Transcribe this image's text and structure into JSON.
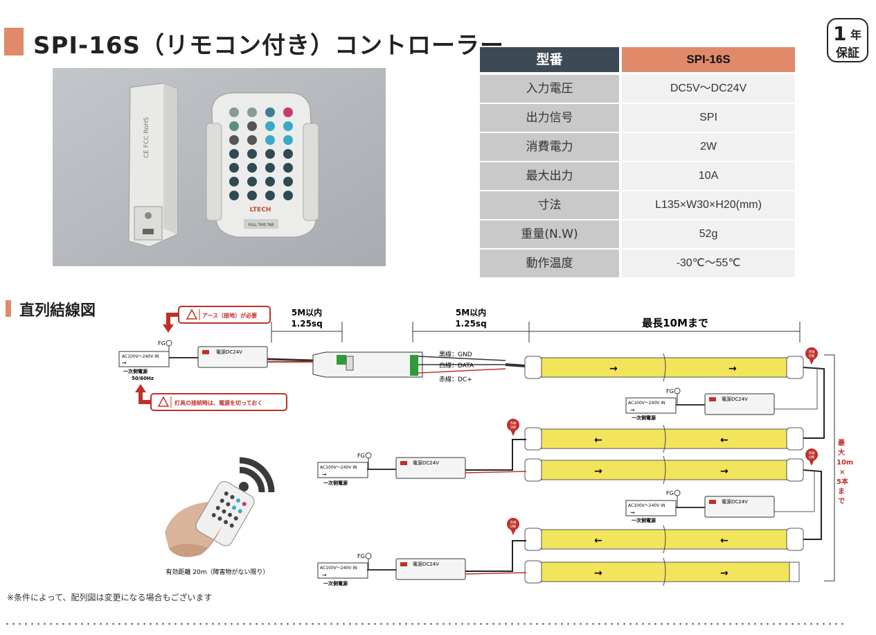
{
  "title": "SPI-16S（リモコン付き）コントローラー",
  "warranty": {
    "num": "1",
    "unit": "年",
    "label": "保証"
  },
  "photo": {
    "brand": "LTECH",
    "tab": "PULL THIS TAB"
  },
  "spec": {
    "header": {
      "key": "型番",
      "value": "SPI-16S"
    },
    "rows": [
      {
        "key": "入力電圧",
        "value": "DC5V〜DC24V"
      },
      {
        "key": "出力信号",
        "value": "SPI"
      },
      {
        "key": "消費電力",
        "value": "2W"
      },
      {
        "key": "最大出力",
        "value": "10A"
      },
      {
        "key": "寸法",
        "value": "L135×W30×H20(mm)"
      },
      {
        "key": "重量(N.W)",
        "value": "52g"
      },
      {
        "key": "動作温度",
        "value": "-30℃〜55℃"
      }
    ]
  },
  "section_title": "直列結線図",
  "diagram": {
    "dist1": "5M以内",
    "dist1b": "1.25sq",
    "dist2": "5M以内",
    "dist2b": "1.25sq",
    "maxlen": "最長10Mまで",
    "warn1": "アース（接地）が必要",
    "warn2": "灯具の接続時は、電源を切っておく",
    "ac_label": "AC100V〜240V IN",
    "primary": "一次側電源",
    "hz": "50/60Hz",
    "fg": "FG",
    "psu": "電源DC24V",
    "wire_black": "黒線：GND",
    "wire_white": "白線：DATA",
    "wire_red": "赤線：DC+",
    "cut_l1": "赤線",
    "cut_l2": "切断",
    "max_vertical": [
      "最",
      "大",
      "10m",
      "×",
      "5本",
      "ま",
      "で"
    ],
    "remote_range": "有効距離 20m（障害物がない限り）"
  },
  "note": "※条件によって、配列図は変更になる場合もございます",
  "colors": {
    "accent": "#e08a6a",
    "header_dark": "#3d4a55",
    "strip": "#f2e55c",
    "warning": "#c0302a"
  }
}
